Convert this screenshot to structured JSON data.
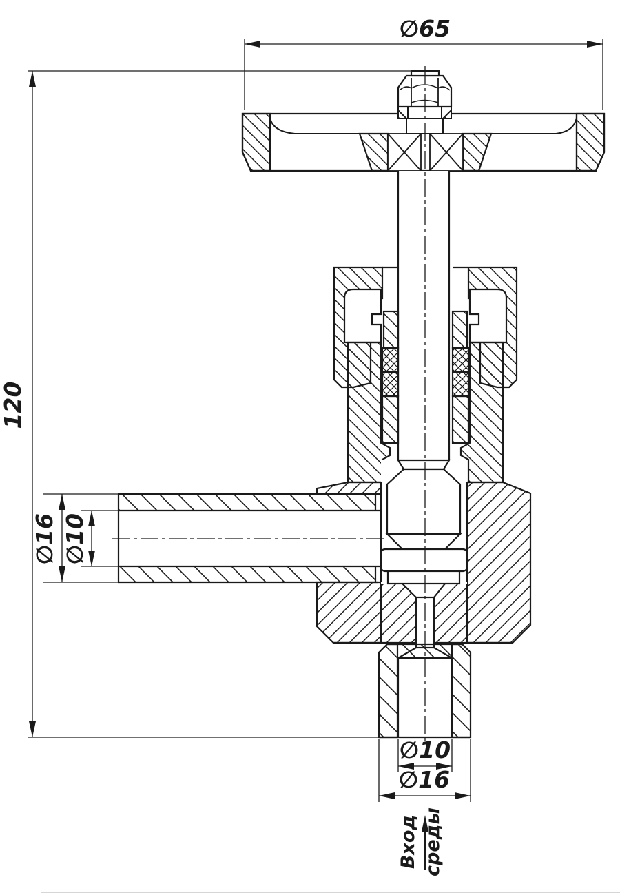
{
  "colors": {
    "background": "#ffffff",
    "line": "#1a1a1a",
    "faint_edge": "#c8c8c8"
  },
  "dimensions": {
    "handwheel_diameter": "∅65",
    "overall_height": "120",
    "outlet_pipe_outer_diameter": "∅16",
    "outlet_pipe_bore_diameter": "∅10",
    "inlet_pipe_bore_diameter": "∅10",
    "inlet_pipe_outer_diameter": "∅16"
  },
  "annotations": {
    "flow_label_line1": "Вход",
    "flow_label_line2": "среды"
  }
}
